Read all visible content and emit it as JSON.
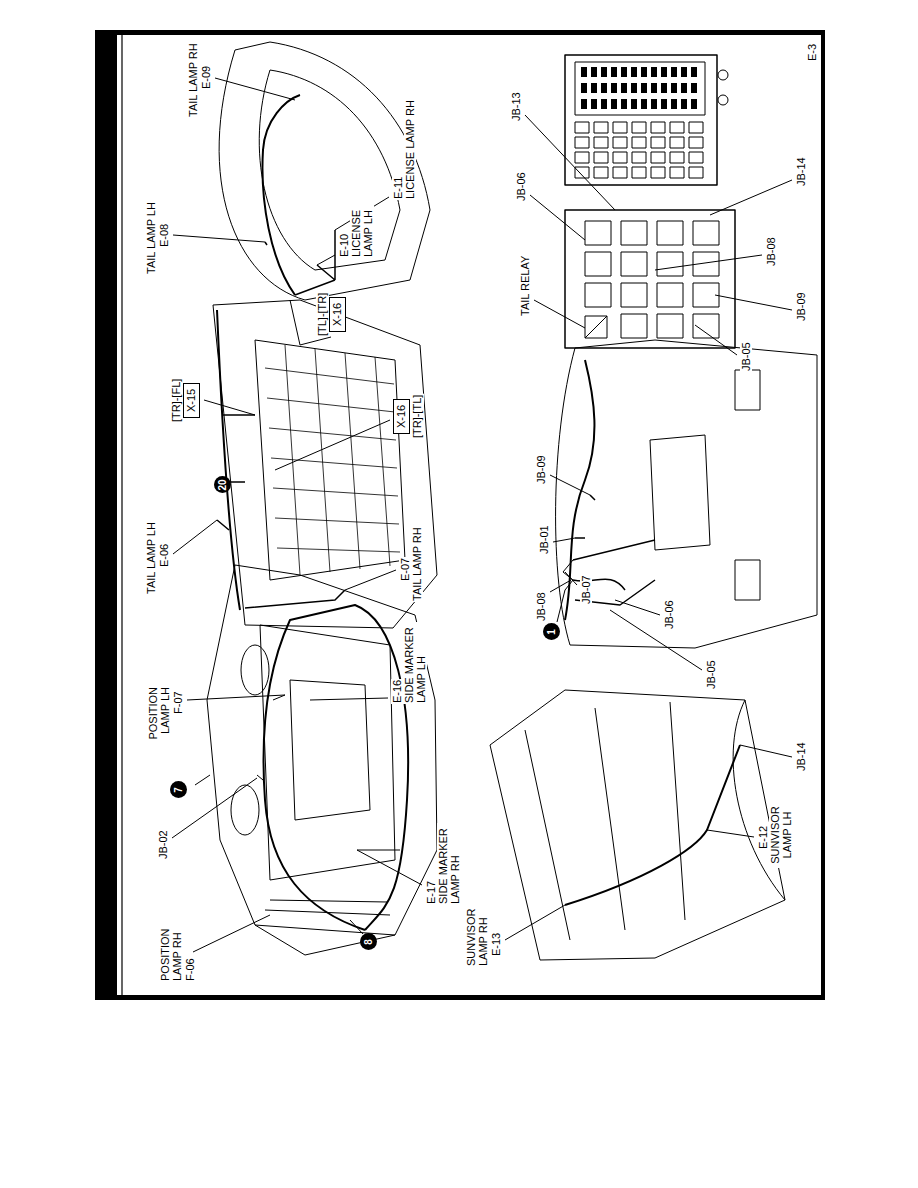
{
  "diagram": {
    "nodes": [
      {
        "text": [
          "7"
        ]
      },
      {
        "text": [
          "8"
        ]
      },
      {
        "text": [
          "[TR]-[FL]",
          "X-15"
        ]
      },
      {
        "text": [
          "20"
        ]
      },
      {
        "text": [
          "X-16",
          "[TR]-[TL]"
        ]
      },
      {
        "text": [
          "[TL]-[TR]",
          "X-16"
        ]
      },
      {
        "text": [
          "1"
        ]
      }
    ],
    "labels": [
      "POSITION LAMP RH",
      "F-06",
      "JB-02",
      "POSITION LAMP LH",
      "F-07",
      "E-16",
      "SIDE MARKER LAMP LH",
      "E-17",
      "SIDE MARKER LAMP RH",
      "TAIL LAMP LH",
      "E-06",
      "E-07",
      "TAIL LAMP RH",
      "TAIL LAMP LH",
      "E-08",
      "TAIL LAMP RH",
      "E-09",
      "E-10",
      "LICENSE LAMP LH",
      "E-11",
      "LICENSE LAMP RH",
      "SUNVISOR LAMP RH",
      "E-13",
      "E-12",
      "SUNVISOR LAMP LH",
      "JB-14",
      "JB-08",
      "JB-01",
      "JB-09",
      "JB-07",
      "JB-06",
      "JB-05",
      "TAIL RELAY",
      "JB-06",
      "JB-13",
      "JB-05",
      "JB-08",
      "JB-09",
      "JB-14",
      "E-3"
    ]
  }
}
